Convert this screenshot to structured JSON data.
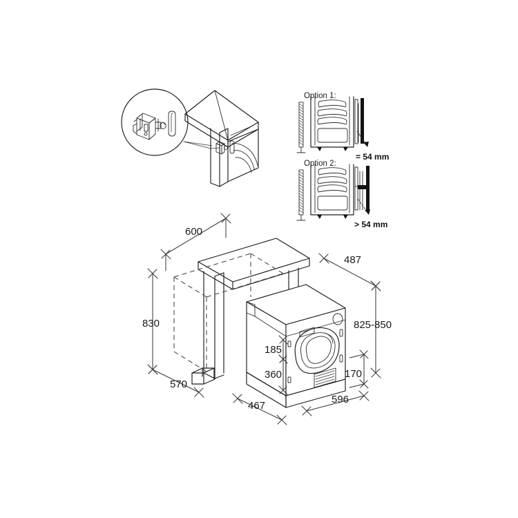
{
  "drawing": {
    "title": "Integrated tumble dryer installation dimension drawing",
    "units": "mm",
    "line_color": "#1a1a1a",
    "background": "#ffffff"
  },
  "detail_view": {
    "name": "bracket-fixing-detail",
    "magnifier_label": "",
    "parts": [
      "mounting-bracket",
      "spacer-pad"
    ]
  },
  "options": {
    "option1": {
      "label": "Option 1:",
      "clearance": "= 54 mm"
    },
    "option2": {
      "label": "Option 2:",
      "clearance": "> 54 mm"
    }
  },
  "dimensions": {
    "worktop_depth": "600",
    "cabinet_height": "830",
    "plinth_depth": "570",
    "appliance_depth": "467",
    "appliance_top_depth": "487",
    "niche_height": "825-850",
    "door_upper": "185",
    "door_lower": "360",
    "plinth_height": "170",
    "appliance_width": "596"
  }
}
